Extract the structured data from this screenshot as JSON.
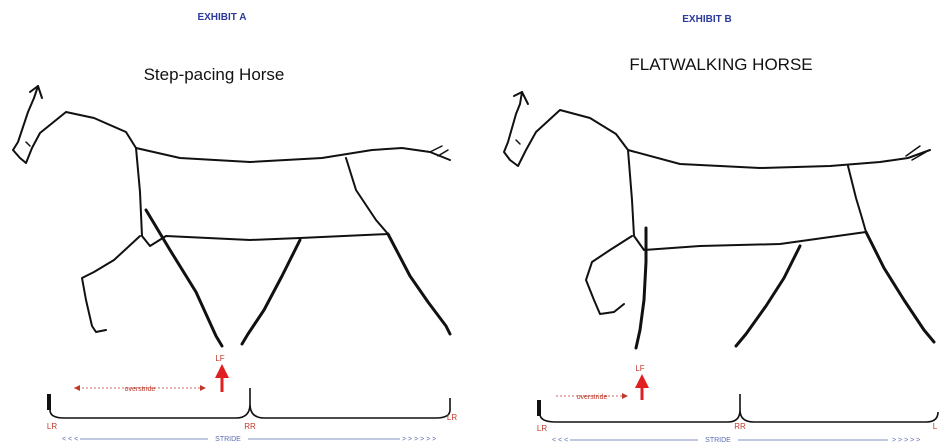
{
  "exhibit_a": {
    "exhibit_label": "EXHIBIT A",
    "title": "Step-pacing Horse",
    "lf_label": "LF",
    "overstride_label": "overstride",
    "lr_left_label": "LR",
    "rr_label": "RR",
    "lr_right_label": "LR",
    "stride_label": "STRIDE",
    "stride_left_dots": "< < <",
    "stride_right_dots": "> > > > > >"
  },
  "exhibit_b": {
    "exhibit_label": "EXHIBIT B",
    "title": "FLATWALKING HORSE",
    "lf_label": "LF",
    "overstride_label": "overstride",
    "lr_left_label": "LR",
    "rr_label": "RR",
    "lr_right_label": "L",
    "stride_label": "STRIDE",
    "stride_left_dots": "< < <",
    "stride_right_dots": "> > > > >"
  },
  "colors": {
    "exhibit_label": "#2b3a9b",
    "annotation_red": "#c0392b",
    "stride_blue": "#5a6db0",
    "arrow_red": "#e02020",
    "line_black": "#111111"
  }
}
